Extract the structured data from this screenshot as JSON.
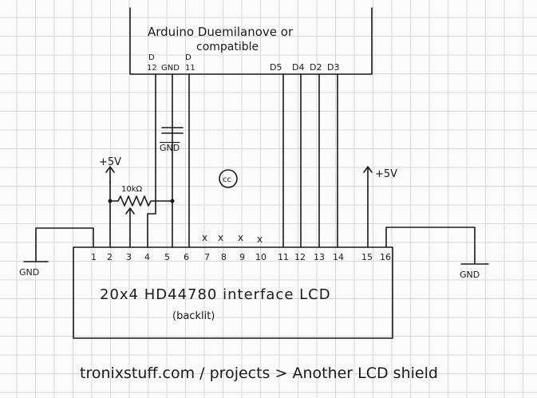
{
  "arduino": {
    "title_line1": "Arduino Duemilanove or",
    "title_line2": "compatible",
    "pins": {
      "d12": "12",
      "d12_prefix": "D",
      "gnd": "GND",
      "d11": "11",
      "d11_prefix": "D",
      "d5": "D5",
      "d4": "D4",
      "d2": "D2",
      "d3": "D3"
    }
  },
  "lcd": {
    "title": "20x4 HD44780 interface LCD",
    "subtitle": "(backlit)",
    "pin_numbers": [
      "1",
      "2",
      "3",
      "4",
      "5",
      "6",
      "7",
      "8",
      "9",
      "10",
      "11",
      "12",
      "13",
      "14",
      "15",
      "16"
    ],
    "unconnected_mark": "x"
  },
  "labels": {
    "plus5v_left": "+5V",
    "plus5v_right": "+5V",
    "pot_value": "10kΩ",
    "gnd_cap": "GND",
    "gnd_left": "GND",
    "gnd_right": "GND",
    "cc_logo": "cc"
  },
  "footer": "tronixstuff.com / projects > Another LCD shield"
}
